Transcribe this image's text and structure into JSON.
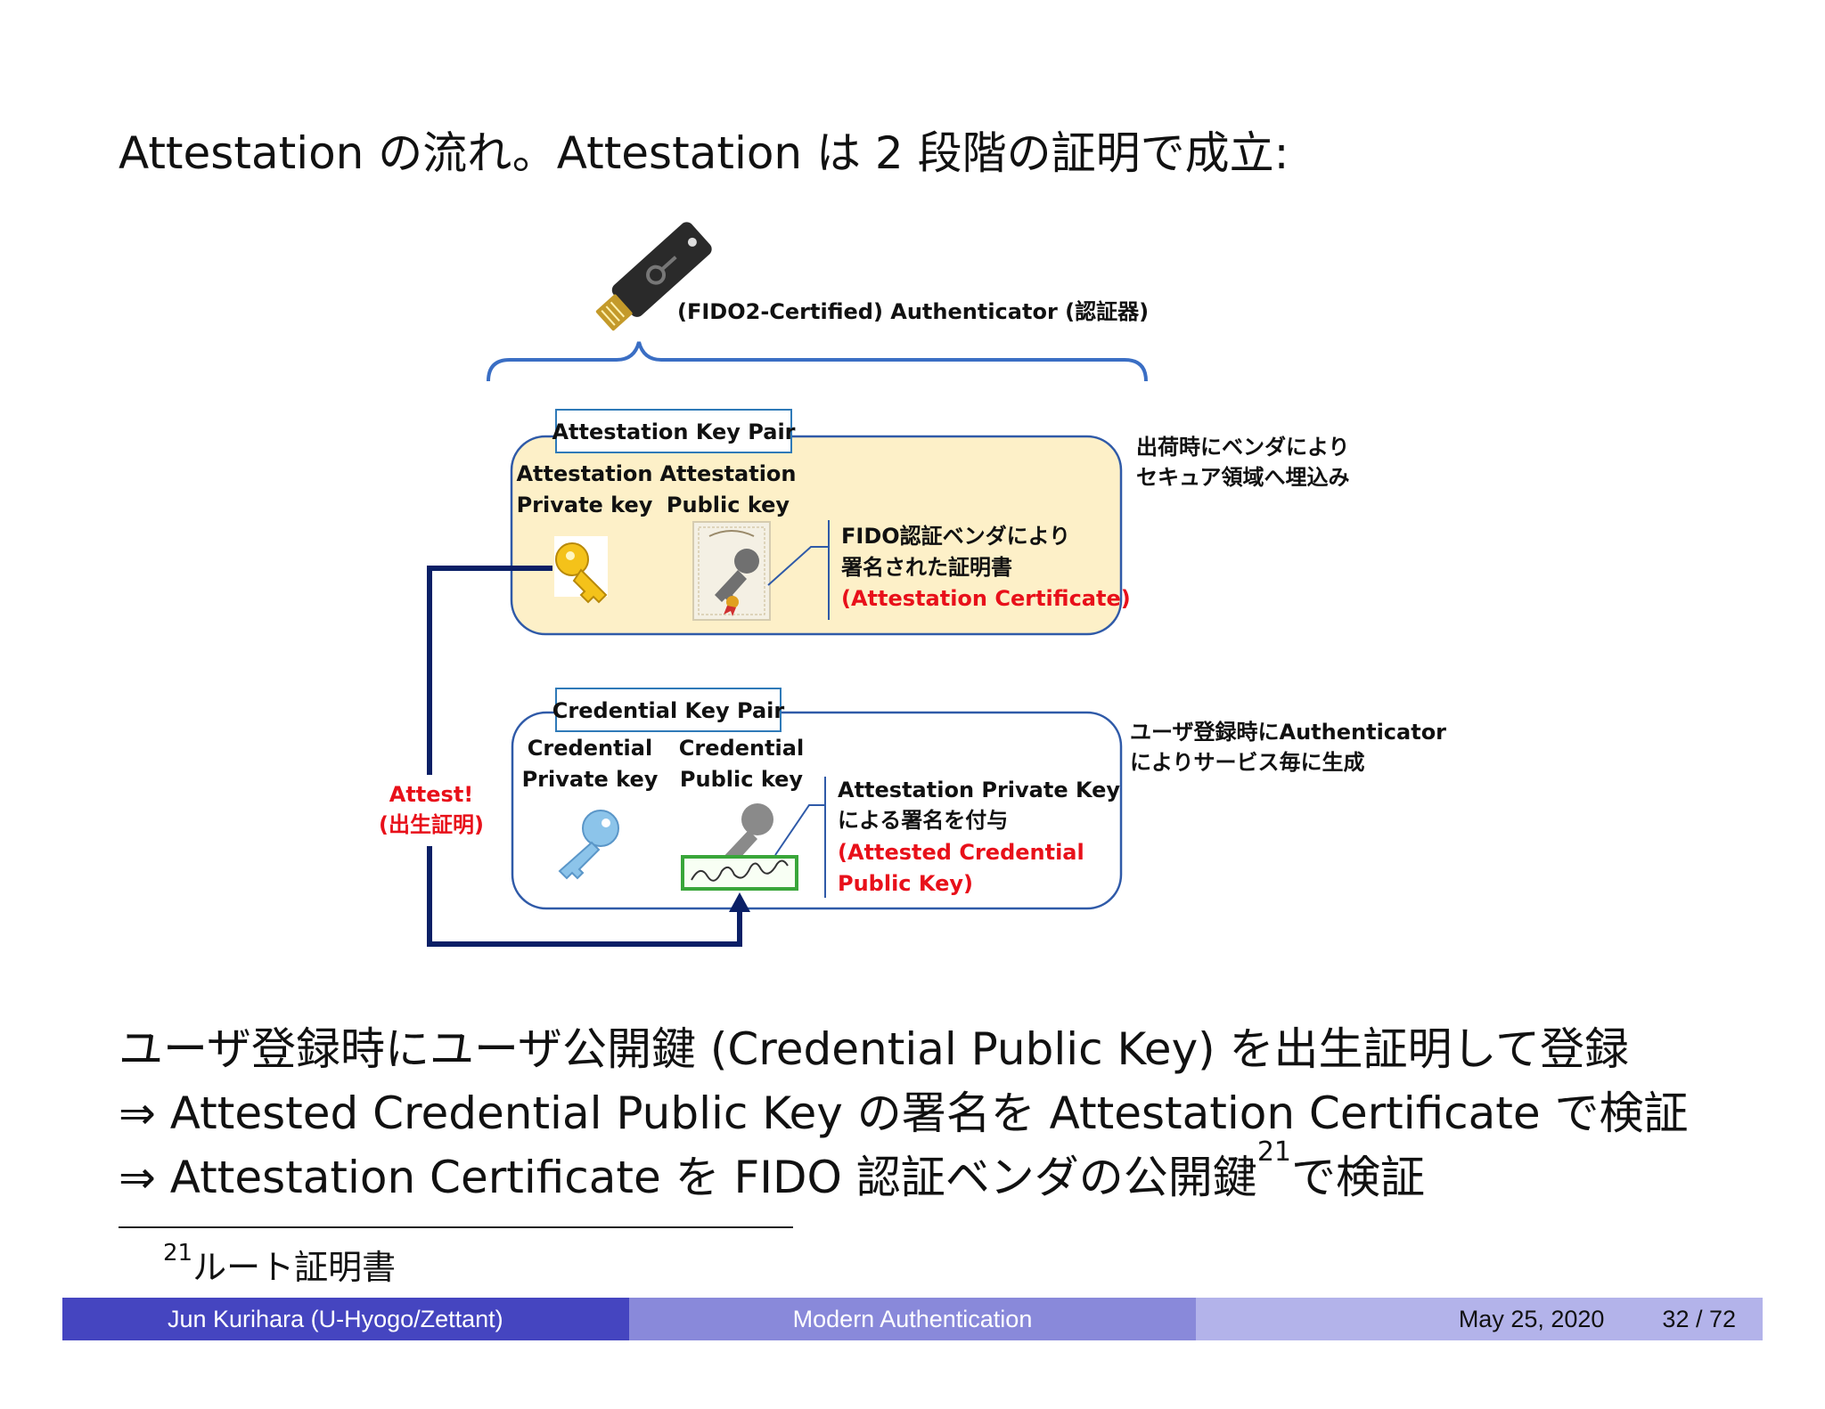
{
  "title": "Attestation の流れ。Attestation は 2 段階の証明で成立:",
  "diagram": {
    "authenticator_label": "(FIDO2-Certified) Authenticator (認証器)",
    "attestation_pair": {
      "box_label": "Attestation Key Pair",
      "private_key_line1": "Attestation",
      "private_key_line2": "Private key",
      "public_key_line1": "Attestation",
      "public_key_line2": "Public key",
      "cert_note_line1": "FIDO認証ベンダにより",
      "cert_note_line2": "署名された証明書",
      "cert_note_line3": "(Attestation Certificate)",
      "side_note_line1": "出荷時にベンダにより",
      "side_note_line2": "セキュア領域へ埋込み"
    },
    "credential_pair": {
      "box_label": "Credential Key Pair",
      "private_key_line1": "Credential",
      "private_key_line2": "Private key",
      "public_key_line1": "Credential",
      "public_key_line2": "Public key",
      "sign_note_line1": "Attestation Private Key",
      "sign_note_line2": "による署名を付与",
      "sign_note_line3": "(Attested Credential",
      "sign_note_line4": "Public Key)",
      "side_note_line1": "ユーザ登録時にAuthenticator",
      "side_note_line2": "によりサービス毎に生成"
    },
    "attest_line1": "Attest!",
    "attest_line2": "(出生証明)",
    "colors": {
      "accent_red": "#e8101a",
      "navy_arrow": "#0a1f66",
      "brace_blue": "#3a6ec4",
      "attest_box_fill": "#fdf0c8",
      "signature_green": "#39a63a"
    }
  },
  "body": {
    "line1": "ユーザ登録時にユーザ公開鍵 (Credential Public Key) を出生証明して登録",
    "line2": "⇒ Attested Credential Public Key の署名を Attestation Certificate で検証",
    "line3_pre": "⇒ Attestation Certificate を FIDO 認証ベンダの公開鍵",
    "line3_sup": "21",
    "line3_post": "で検証"
  },
  "footnote": {
    "mark": "21",
    "text": "ルート証明書"
  },
  "footer": {
    "author": "Jun Kurihara  (U-Hyogo/Zettant)",
    "talk_title": "Modern Authentication",
    "date": "May 25, 2020",
    "page": "32 / 72"
  }
}
